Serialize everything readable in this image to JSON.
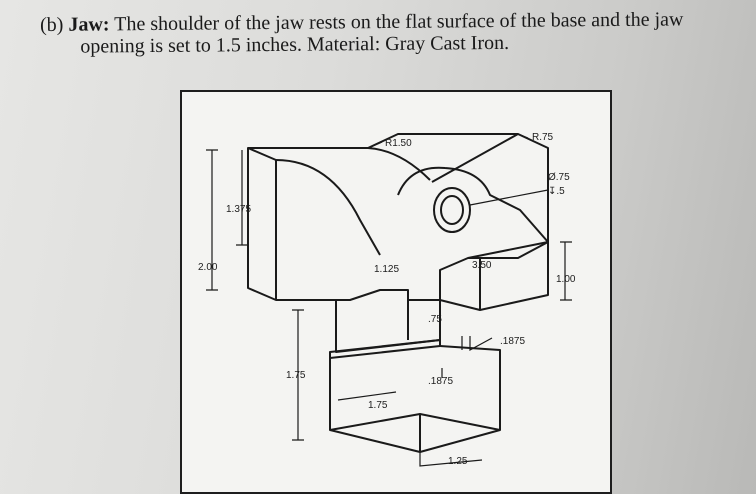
{
  "problem": {
    "label": "(b)",
    "title": "Jaw:",
    "text_line1": "The shoulder of the jaw rests on the flat surface of the base and the jaw",
    "text_line2": "opening is set to 1.5 inches. Material: Gray Cast Iron."
  },
  "dimensions": {
    "r150": "R1.50",
    "r75": "R.75",
    "dia": "Ø.75",
    "depth": "↧.5",
    "d1375": "1.375",
    "d200": "2.00",
    "d1125": "1.125",
    "d350": "3.50",
    "d100": "1.00",
    "d75": ".75",
    "d1875a": ".1875",
    "d175a": "1.75",
    "d1875b": ".1875",
    "d175b": "1.75",
    "d125": "1.25"
  }
}
